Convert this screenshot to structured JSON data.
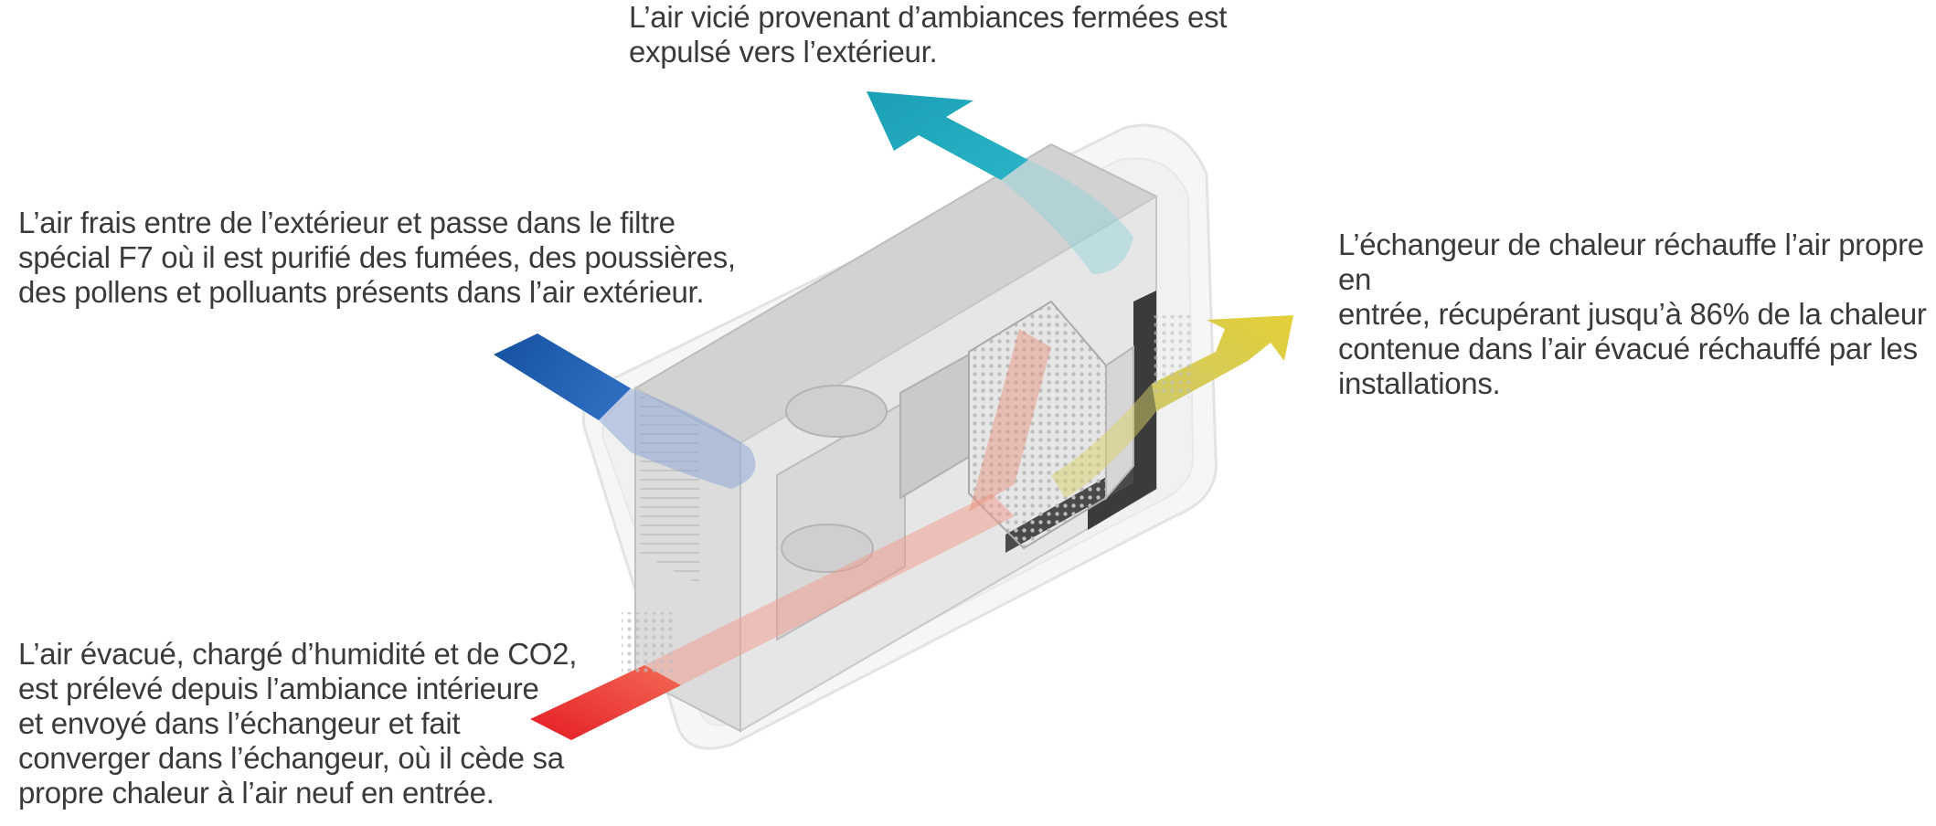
{
  "captions": {
    "exhaust_out": "L’air vicié provenant d’ambiances fermées est\nexpulsé vers l’extérieur.",
    "fresh_in": "L’air frais entre de l’extérieur et passe dans le filtre\nspécial F7 où il est purifié des fumées, des poussières,\ndes pollens et polluants présents dans l’air extérieur.",
    "heat_exchanger": "L’échangeur de chaleur réchauffe l’air propre en\nentrée, récupérant jusqu’à 86% de la chaleur\ncontenue dans l’air évacué réchauffé par les\ninstallations.",
    "extract_in": "L’air évacué, chargé d’humidité et de CO2,\nest prélevé depuis l’ambiance intérieure\net envoyé dans l’échangeur et fait\nconverger dans l’échangeur, où il cède sa\npropre chaleur à l’air neuf en entrée."
  },
  "colors": {
    "exhaust_arrow": "#1aa3b8",
    "fresh_arrow": "#1656a8",
    "supply_arrow": "#e0cd3c",
    "extract_arrow": "#e8262c",
    "text": "#3a3a3a"
  }
}
